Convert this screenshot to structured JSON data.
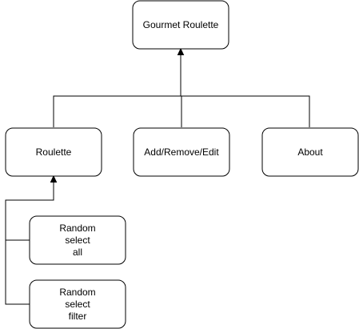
{
  "nodes": {
    "root": {
      "label": "Gourmet Roulette"
    },
    "roulette": {
      "label": "Roulette"
    },
    "add_remove_edit": {
      "label": "Add/Remove/Edit"
    },
    "about": {
      "label": "About"
    },
    "random_all": {
      "lines": [
        "Random",
        "select",
        "all"
      ]
    },
    "random_filter": {
      "lines": [
        "Random",
        "select",
        "filter"
      ]
    }
  },
  "edges": [
    {
      "from": "roulette",
      "to": "root"
    },
    {
      "from": "add_remove_edit",
      "to": "root"
    },
    {
      "from": "about",
      "to": "root"
    },
    {
      "from": "random_all",
      "to": "roulette"
    },
    {
      "from": "random_filter",
      "to": "roulette"
    }
  ],
  "colors": {
    "stroke": "#000000",
    "fill": "#ffffff",
    "text": "#000000"
  }
}
